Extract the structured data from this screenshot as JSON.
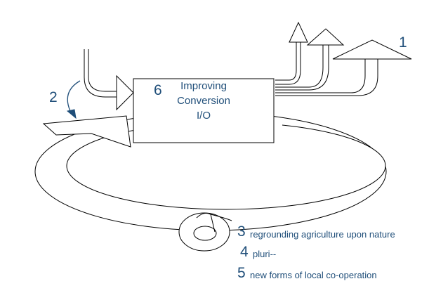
{
  "process_box": {
    "number": "6",
    "lines": [
      "Improving",
      "Conversion",
      "I/O"
    ]
  },
  "labels": {
    "label_1": "1",
    "label_2": "2",
    "label_3_num": "3",
    "label_3_text": "regrounding agriculture upon nature",
    "label_4_num": "4",
    "label_4_text": "pluri--",
    "label_5_num": "5",
    "label_5_text": "new forms of local co-operation"
  },
  "colors": {
    "line": "#000000",
    "label_text": "#1f4e79",
    "arrow_2": "#1f4e79"
  }
}
